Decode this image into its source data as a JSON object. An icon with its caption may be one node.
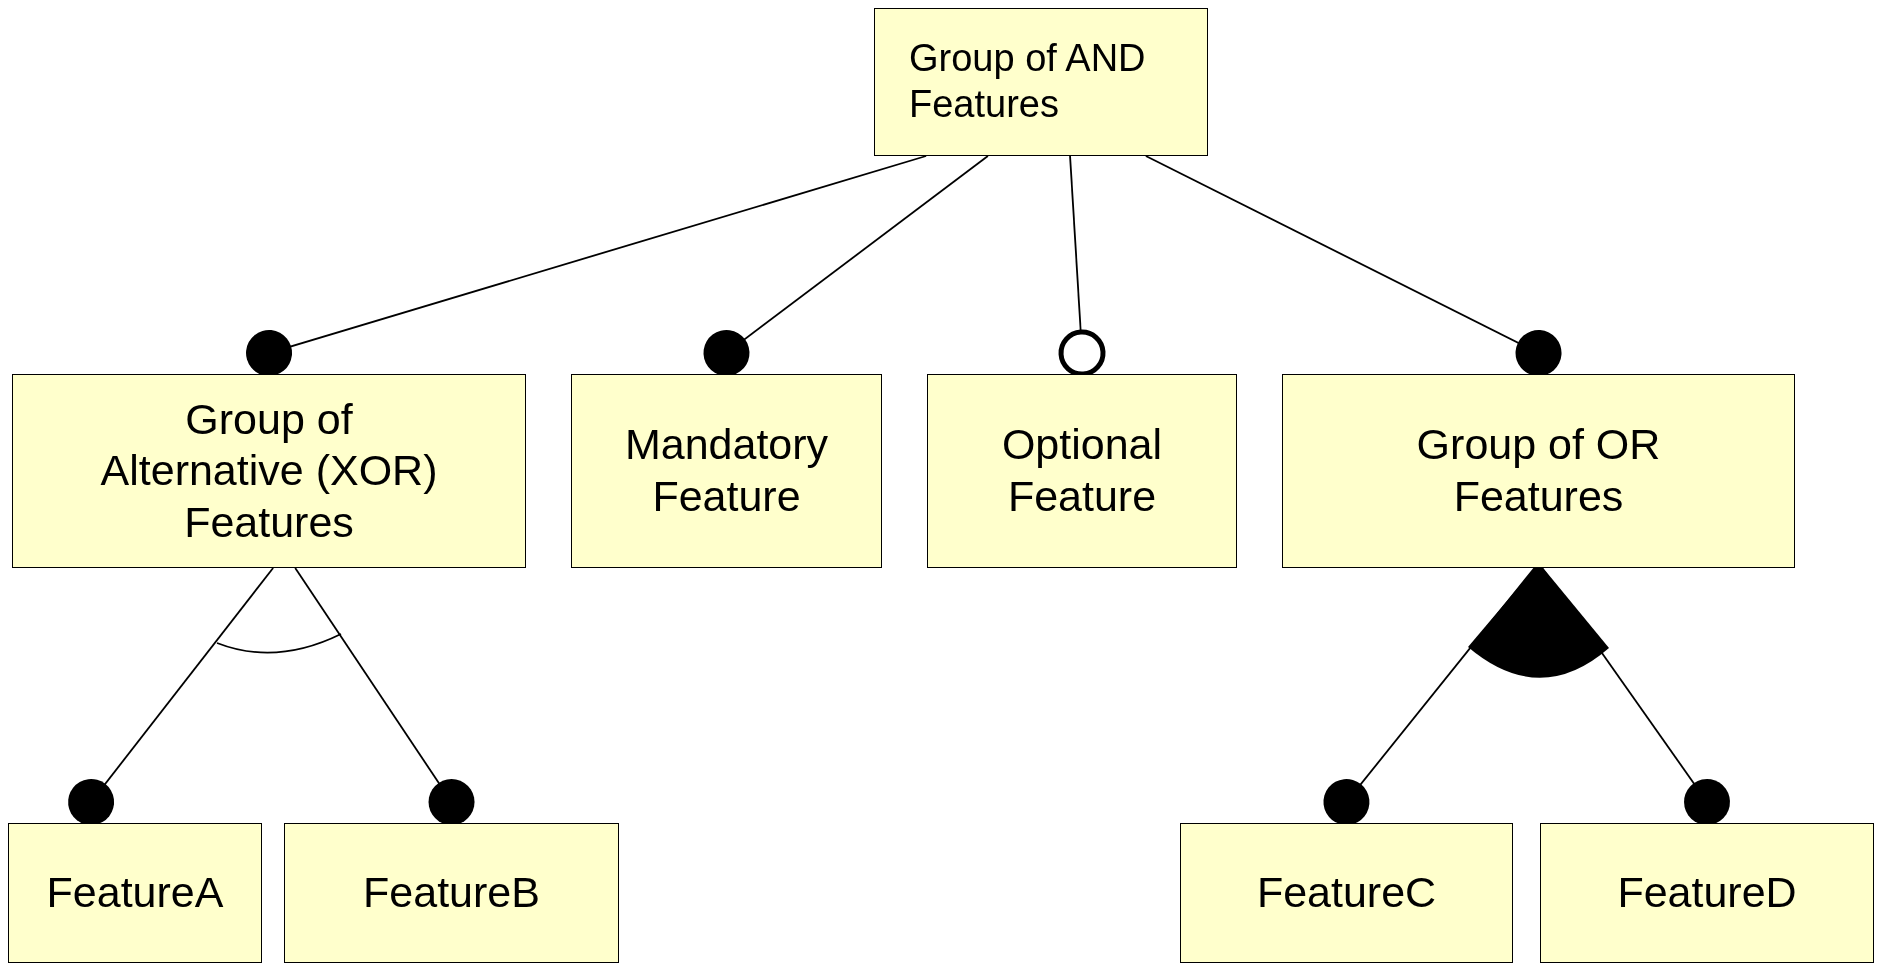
{
  "diagram": {
    "nodes": [
      {
        "text": [
          "Group of AND Features"
        ]
      },
      {
        "text": [
          "Group of Alternative (XOR) Features"
        ]
      },
      {
        "text": [
          "Mandatory Feature"
        ]
      },
      {
        "text": [
          "Optional Feature"
        ]
      },
      {
        "text": [
          "Group of OR Features"
        ]
      },
      {
        "text": [
          "FeatureA"
        ]
      },
      {
        "text": [
          "FeatureB"
        ]
      },
      {
        "text": [
          "FeatureC"
        ]
      },
      {
        "text": [
          "FeatureD"
        ]
      }
    ],
    "edges": [
      {
        "from": 0,
        "to": 1,
        "arrow": "other"
      },
      {
        "from": 0,
        "to": 2,
        "arrow": "other"
      },
      {
        "from": 0,
        "to": 3,
        "arrow": "other"
      },
      {
        "from": 0,
        "to": 4,
        "arrow": "other"
      },
      {
        "from": 1,
        "to": 5,
        "arrow": "other"
      },
      {
        "from": 1,
        "to": 6,
        "arrow": "other"
      },
      {
        "from": 4,
        "to": 7,
        "arrow": "other"
      },
      {
        "from": 4,
        "to": 8,
        "arrow": "other"
      }
    ]
  }
}
